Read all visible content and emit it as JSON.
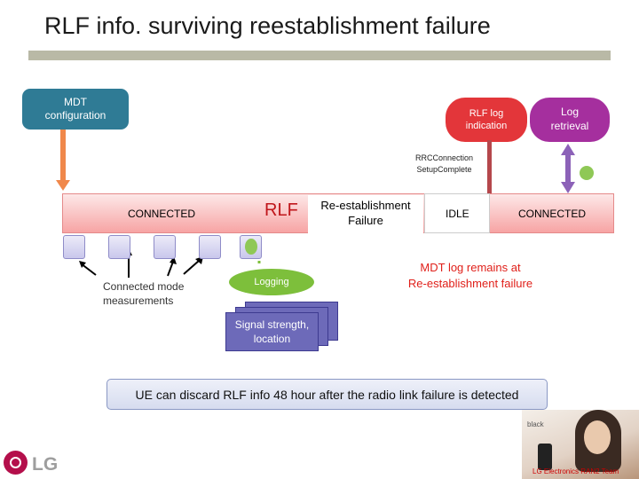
{
  "title": "RLF info. surviving reestablishment failure",
  "mdt_config": {
    "line1": "MDT",
    "line2": "configuration"
  },
  "rlf_log_indication": {
    "line1": "RLF log",
    "line2": "indication"
  },
  "log_retrieval": {
    "line1": "Log",
    "line2": "retrieval"
  },
  "rrc_setup_complete": {
    "line1": "RRCConnection",
    "line2": "SetupComplete"
  },
  "timeline": {
    "connected": "CONNECTED",
    "rlf": "RLF",
    "reestablishment_failure_1": "Re-establishment",
    "reestablishment_failure_2": "Failure",
    "idle": "IDLE",
    "connected_again": "CONNECTED"
  },
  "connected_mode_measurements": {
    "line1": "Connected mode",
    "line2": "measurements"
  },
  "logging": "Logging",
  "signal_strength": {
    "line1": "Signal strength,",
    "line2": "location"
  },
  "mdt_log_remains": {
    "line1": "MDT log remains at",
    "line2": "Re-establishment failure"
  },
  "note": "UE can discard RLF info 48 hour after the radio link failure is detected",
  "logo": {
    "company": "LG"
  },
  "phone_brand": "black",
  "footer": "LG Electronics RAN2 Team",
  "colors": {
    "mdt_box": "#2f7b95",
    "rlf_log_box": "#e3363a",
    "log_retrieval_box": "#a52f9e",
    "arrow_orange": "#f0884b",
    "arrow_red": "#b5474c",
    "arrow_purple": "#8c62b8",
    "logging_cloud": "#7dbf3b"
  }
}
